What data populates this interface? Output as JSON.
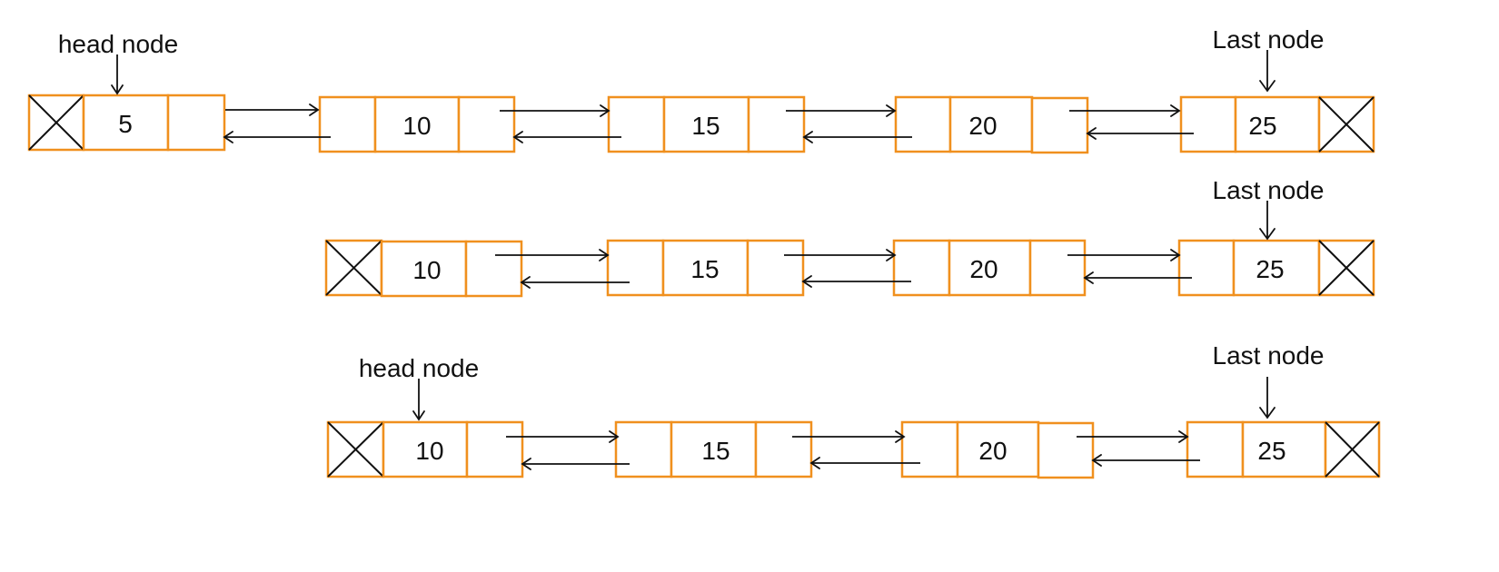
{
  "colors": {
    "node_border": "#f0901e",
    "ink": "#111111",
    "background": "#ffffff"
  },
  "lists": [
    {
      "head_label": "head node",
      "last_label": "Last node",
      "nodes": [
        "5",
        "10",
        "15",
        "20",
        "25"
      ]
    },
    {
      "head_label": "",
      "last_label": "Last node",
      "nodes": [
        "10",
        "15",
        "20",
        "25"
      ]
    },
    {
      "head_label": "head node",
      "last_label": "Last node",
      "nodes": [
        "10",
        "15",
        "20",
        "25"
      ]
    }
  ]
}
